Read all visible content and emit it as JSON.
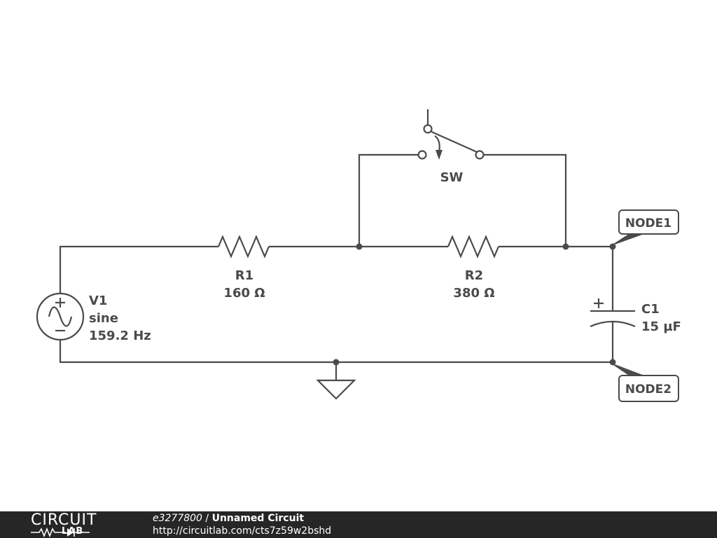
{
  "components": {
    "v1": {
      "name": "V1",
      "type": "sine",
      "frequency": "159.2 Hz"
    },
    "r1": {
      "name": "R1",
      "value": "160 Ω"
    },
    "r2": {
      "name": "R2",
      "value": "380 Ω"
    },
    "c1": {
      "name": "C1",
      "value": "15 µF"
    },
    "sw": {
      "name": "SW"
    }
  },
  "nodes": {
    "node1": "NODE1",
    "node2": "NODE2"
  },
  "footer": {
    "logo_top": "CIRCUIT",
    "logo_bottom": "LAB",
    "circuit_id": "e3277800",
    "separator": " / ",
    "circuit_name": "Unnamed Circuit",
    "url": "http://circuitlab.com/cts7z59w2bshd"
  },
  "colors": {
    "stroke": "#4a4a4a",
    "footer_bg": "#262626",
    "background": "#ffffff"
  }
}
